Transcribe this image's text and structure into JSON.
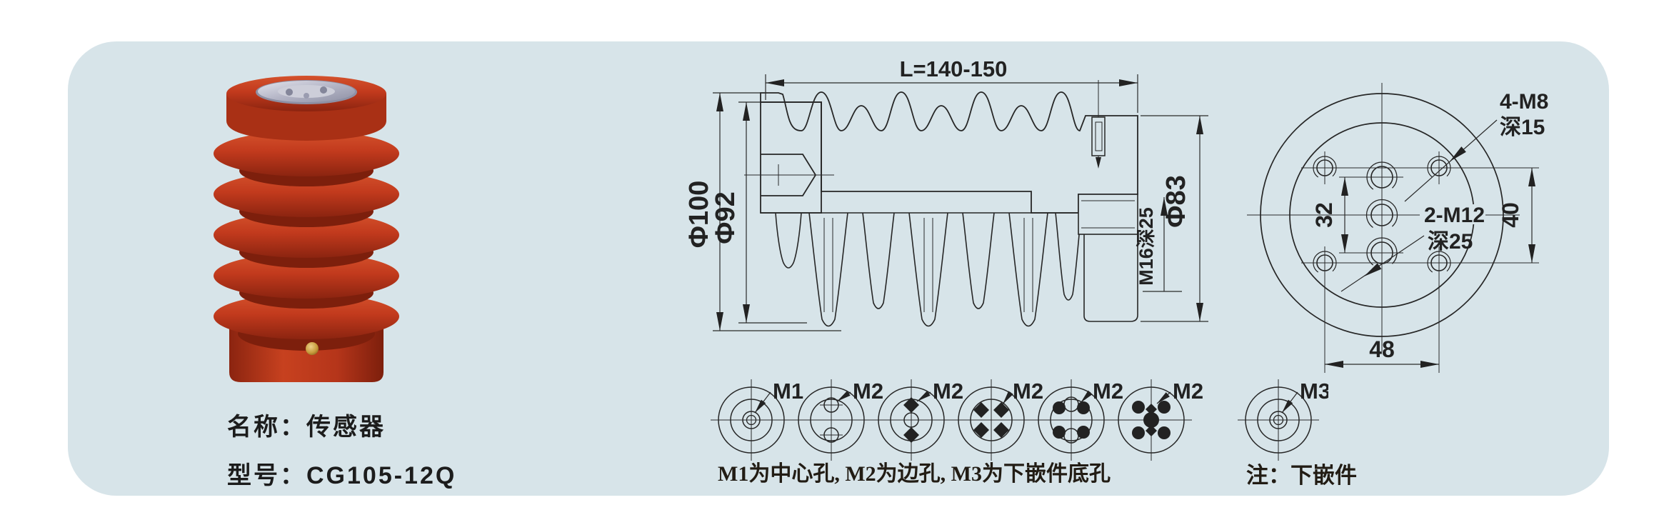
{
  "colors": {
    "panel_bg": "#d7e4e9",
    "page_bg": "#ffffff",
    "line": "#262626",
    "red_main": "#c23a1d",
    "metal": "#b9bac9",
    "gold": "#c79a3c"
  },
  "caption": {
    "name": "名称：传感器",
    "model": "型号：CG105-12Q"
  },
  "section_view": {
    "length_dim": "L=140-150",
    "dia_outer": "Φ100",
    "dia_body": "Φ92",
    "dia_right": "Φ83",
    "tap_center": "M16深25"
  },
  "end_view": {
    "corner_hole_line1": "4-M8",
    "corner_hole_line2": "深15",
    "side_hole_line1": "2-M12",
    "side_hole_line2": "深25",
    "dim_side_spacing": "32",
    "dim_corner_vertical": "40",
    "dim_corner_horizontal": "48"
  },
  "hole_diagrams": {
    "items": [
      {
        "label": "M1"
      },
      {
        "label": "M2"
      },
      {
        "label": "M2"
      },
      {
        "label": "M2"
      },
      {
        "label": "M2"
      },
      {
        "label": "M2"
      },
      {
        "label": "M3"
      }
    ],
    "legend": "M1为中心孔, M2为边孔, M3为下嵌件底孔",
    "note": "注：下嵌件"
  }
}
